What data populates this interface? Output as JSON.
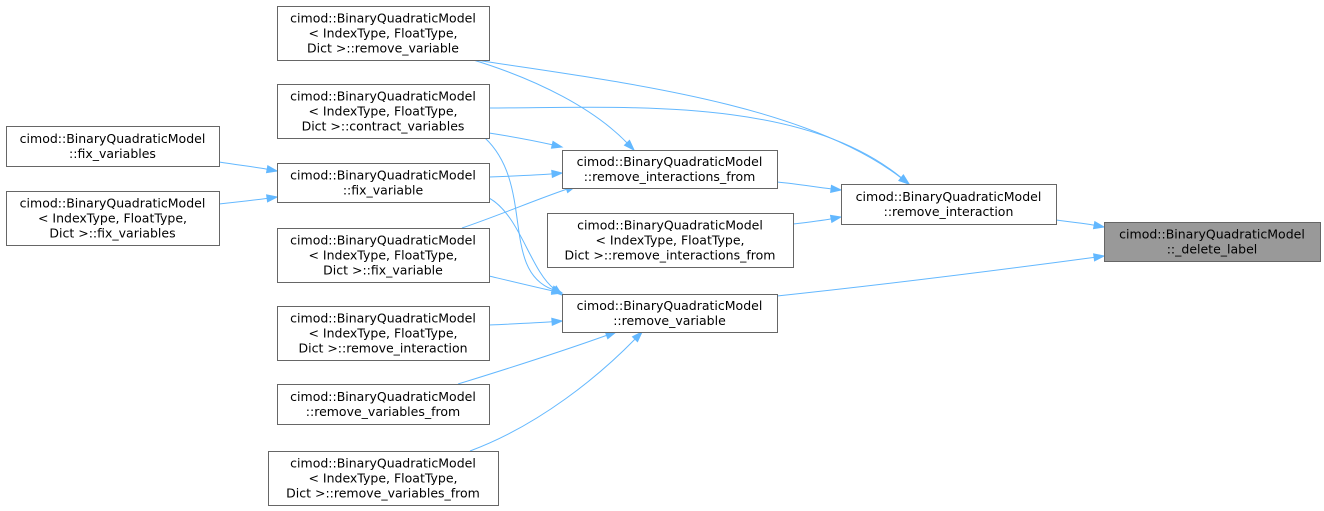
{
  "colors": {
    "edge": "#63b8ff",
    "node_border": "#666666",
    "highlight_fill": "#999999",
    "background": "#ffffff"
  },
  "nodes": {
    "delete_label": {
      "lines": [
        "cimod::BinaryQuadraticModel",
        "::_delete_label"
      ]
    },
    "remove_interaction": {
      "lines": [
        "cimod::BinaryQuadraticModel",
        "::remove_interaction"
      ]
    },
    "remove_interactions_from": {
      "lines": [
        "cimod::BinaryQuadraticModel",
        "::remove_interactions_from"
      ]
    },
    "remove_interactions_from_tpl": {
      "lines": [
        "cimod::BinaryQuadraticModel",
        "< IndexType, FloatType,",
        "Dict >::remove_interactions_from"
      ]
    },
    "remove_variable": {
      "lines": [
        "cimod::BinaryQuadraticModel",
        "::remove_variable"
      ]
    },
    "remove_variable_tpl": {
      "lines": [
        "cimod::BinaryQuadraticModel",
        "< IndexType, FloatType,",
        "Dict >::remove_variable"
      ]
    },
    "contract_variables_tpl": {
      "lines": [
        "cimod::BinaryQuadraticModel",
        "< IndexType, FloatType,",
        "Dict >::contract_variables"
      ]
    },
    "fix_variable": {
      "lines": [
        "cimod::BinaryQuadraticModel",
        "::fix_variable"
      ]
    },
    "fix_variable_tpl": {
      "lines": [
        "cimod::BinaryQuadraticModel",
        "< IndexType, FloatType,",
        "Dict >::fix_variable"
      ]
    },
    "fix_variables": {
      "lines": [
        "cimod::BinaryQuadraticModel",
        "::fix_variables"
      ]
    },
    "fix_variables_tpl": {
      "lines": [
        "cimod::BinaryQuadraticModel",
        "< IndexType, FloatType,",
        "Dict >::fix_variables"
      ]
    },
    "remove_interaction_tpl": {
      "lines": [
        "cimod::BinaryQuadraticModel",
        "< IndexType, FloatType,",
        "Dict >::remove_interaction"
      ]
    },
    "remove_variables_from": {
      "lines": [
        "cimod::BinaryQuadraticModel",
        "::remove_variables_from"
      ]
    },
    "remove_variables_from_tpl": {
      "lines": [
        "cimod::BinaryQuadraticModel",
        "< IndexType, FloatType,",
        "Dict >::remove_variables_from"
      ]
    }
  },
  "edges": [
    {
      "from": "remove_interaction",
      "to": "delete_label"
    },
    {
      "from": "remove_variable",
      "to": "delete_label"
    },
    {
      "from": "remove_interactions_from",
      "to": "remove_interaction"
    },
    {
      "from": "remove_interactions_from_tpl",
      "to": "remove_interaction"
    },
    {
      "from": "remove_variable_tpl",
      "to": "remove_interaction"
    },
    {
      "from": "contract_variables_tpl",
      "to": "remove_interaction"
    },
    {
      "from": "remove_variable_tpl",
      "to": "remove_interactions_from"
    },
    {
      "from": "contract_variables_tpl",
      "to": "remove_interactions_from"
    },
    {
      "from": "fix_variable",
      "to": "remove_interactions_from"
    },
    {
      "from": "fix_variable_tpl",
      "to": "remove_interactions_from"
    },
    {
      "from": "contract_variables_tpl",
      "to": "remove_variable"
    },
    {
      "from": "fix_variable",
      "to": "remove_variable"
    },
    {
      "from": "fix_variable_tpl",
      "to": "remove_variable"
    },
    {
      "from": "remove_interaction_tpl",
      "to": "remove_variable"
    },
    {
      "from": "remove_variables_from",
      "to": "remove_variable"
    },
    {
      "from": "remove_variables_from_tpl",
      "to": "remove_variable"
    },
    {
      "from": "fix_variables",
      "to": "fix_variable"
    },
    {
      "from": "fix_variables_tpl",
      "to": "fix_variable"
    }
  ]
}
